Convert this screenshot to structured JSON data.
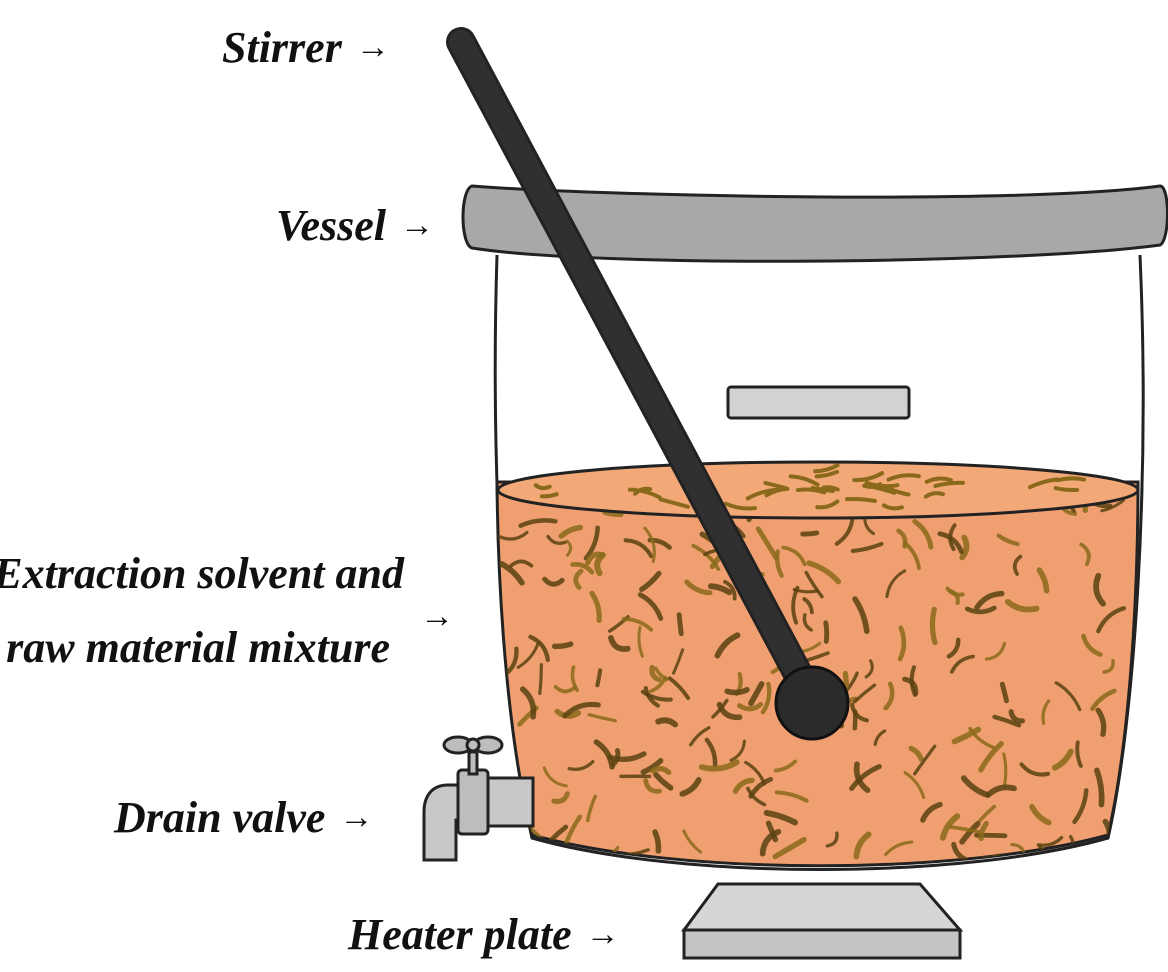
{
  "labels": {
    "stirrer": "Stirrer",
    "vessel": "Vessel",
    "mixture_line1": "Extraction solvent and",
    "mixture_line2": "raw material mixture",
    "drain_valve": "Drain valve",
    "heater_plate": "Heater plate",
    "arrow": "→"
  },
  "colors": {
    "mixture": "#f0a070",
    "mixture_edge": "#d98a5a",
    "flakes": "#8a6a1a",
    "stirrer": "#2b2b2b",
    "lid": "#a6a6a6",
    "metal": "#c8c8c8",
    "outline": "#222222"
  }
}
